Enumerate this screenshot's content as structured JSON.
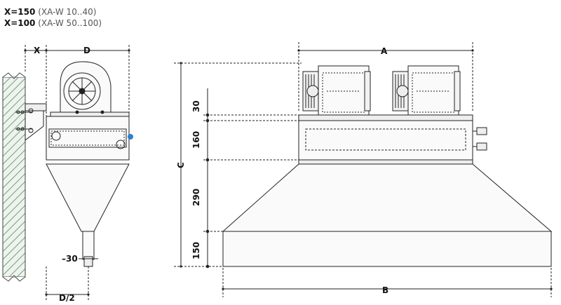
{
  "notes": [
    {
      "key": "X=150",
      "range": "(XA-W 10..40)"
    },
    {
      "key": "X=100",
      "range": "(XA-W 50..100)"
    }
  ],
  "side_view": {
    "labels": {
      "x": "X",
      "d": "D",
      "d_half": "D/2",
      "outlet": "30"
    }
  },
  "front_view": {
    "labels": {
      "a": "A",
      "b": "B",
      "c": "C"
    },
    "heights": [
      "30",
      "160",
      "290",
      "150"
    ]
  },
  "colors": {
    "line": "#222222",
    "hatch": "#6fa07a",
    "wall": "#f2f2f2",
    "accent": "#2a7fd4"
  }
}
